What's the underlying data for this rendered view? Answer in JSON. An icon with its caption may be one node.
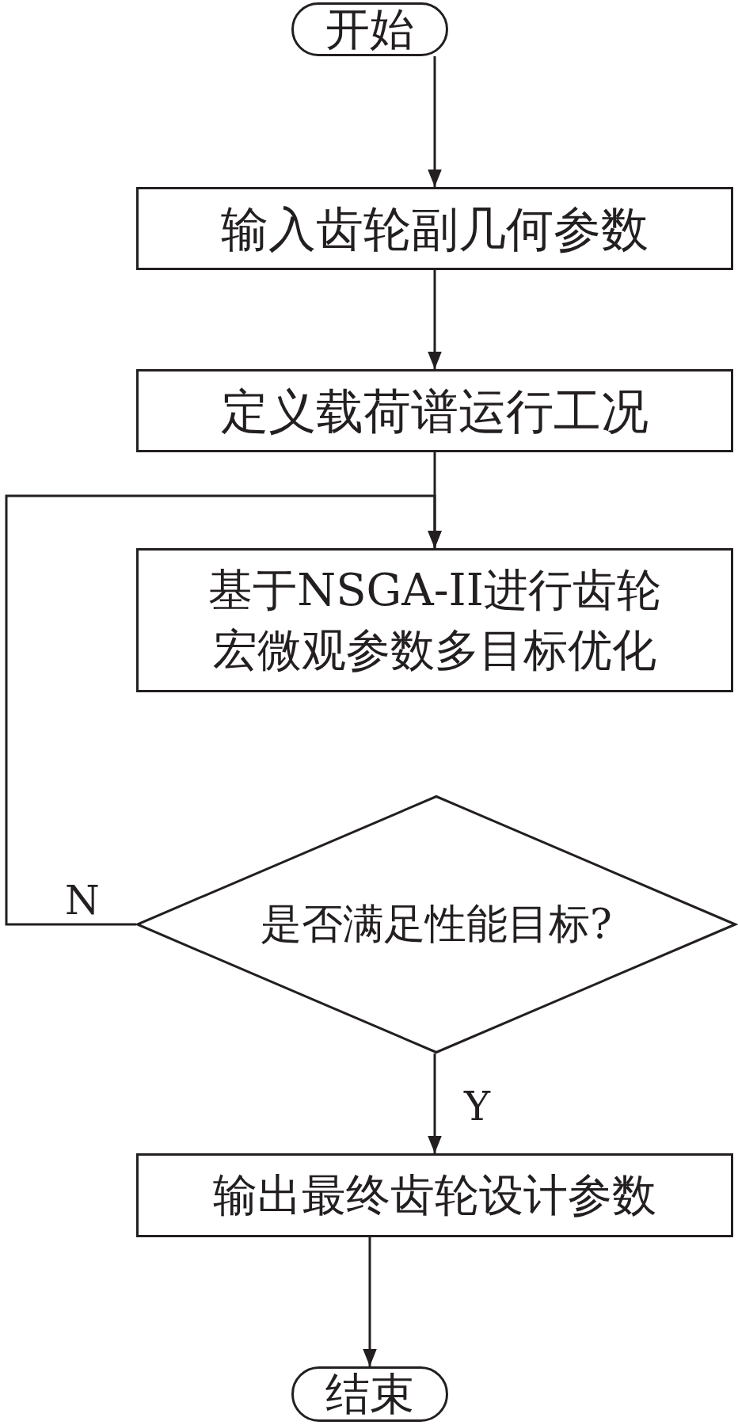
{
  "diagram": {
    "nodes": [
      {
        "text": [
          "开始"
        ]
      },
      {
        "text": [
          "输入齿轮副几何参数"
        ]
      },
      {
        "text": [
          "定义载荷谱运行工况"
        ]
      },
      {
        "text": [
          "基于NSGA-II进行齿轮宏微观参数多目标优化"
        ]
      },
      {
        "text": [
          "是否满足性能目标?"
        ]
      },
      {
        "text": [
          "输出最终齿轮设计参数"
        ]
      },
      {
        "text": [
          "结束"
        ]
      }
    ],
    "edges": [
      {
        "from": 0,
        "to": 1,
        "arrow": "to"
      },
      {
        "from": 1,
        "to": 2,
        "arrow": "to"
      },
      {
        "from": 2,
        "to": 3,
        "arrow": "to"
      },
      {
        "from": 4,
        "to": 3,
        "arrow": "to",
        "label": "N"
      },
      {
        "from": 4,
        "to": 5,
        "arrow": "to",
        "label": "Y"
      },
      {
        "from": 5,
        "to": 6,
        "arrow": "to"
      }
    ]
  }
}
